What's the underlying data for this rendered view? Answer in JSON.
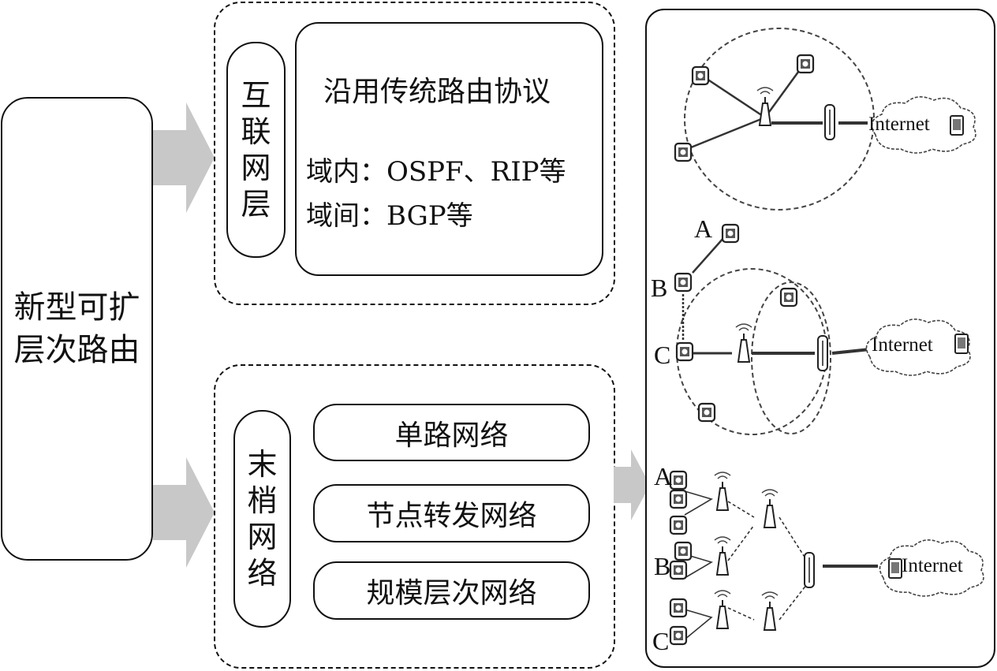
{
  "left_block": {
    "line1": "新型可扩",
    "line2": "层次路由"
  },
  "interconnect": {
    "title_chars": [
      "互",
      "联",
      "网",
      "层"
    ],
    "heading": "沿用传统路由协议",
    "intra": "域内：OSPF、RIP等",
    "inter": "域间：BGP等"
  },
  "edge": {
    "title_chars": [
      "末",
      "梢",
      "网",
      "络"
    ],
    "items": [
      "单路网络",
      "节点转发网络",
      "规模层次网络"
    ]
  },
  "figures": {
    "internet": "Internet",
    "labels": [
      "A",
      "B",
      "C"
    ]
  }
}
